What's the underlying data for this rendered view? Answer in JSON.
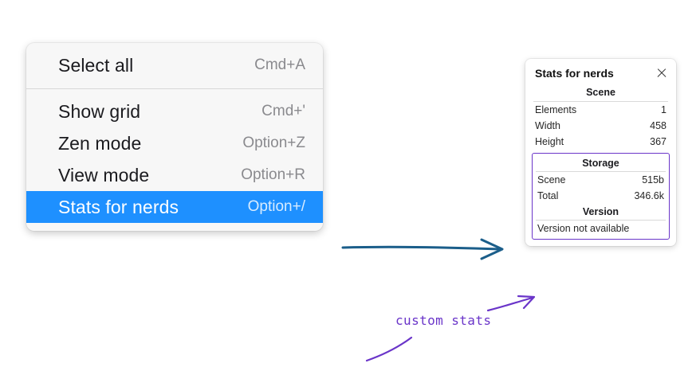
{
  "context_menu": {
    "groups": [
      {
        "items": [
          {
            "label": "Select all",
            "shortcut": "Cmd+A",
            "highlighted": false
          }
        ]
      },
      {
        "items": [
          {
            "label": "Show grid",
            "shortcut": "Cmd+'",
            "highlighted": false
          },
          {
            "label": "Zen mode",
            "shortcut": "Option+Z",
            "highlighted": false
          },
          {
            "label": "View mode",
            "shortcut": "Option+R",
            "highlighted": false
          },
          {
            "label": "Stats for nerds",
            "shortcut": "Option+/",
            "highlighted": true
          }
        ]
      }
    ],
    "highlight_color": "#1e90ff"
  },
  "stats_panel": {
    "title": "Stats for nerds",
    "close_icon": "close-icon",
    "scene": {
      "heading": "Scene",
      "rows": [
        {
          "key": "Elements",
          "value": "1"
        },
        {
          "key": "Width",
          "value": "458"
        },
        {
          "key": "Height",
          "value": "367"
        }
      ]
    },
    "custom": {
      "storage_heading": "Storage",
      "storage_rows": [
        {
          "key": "Scene",
          "value": "515b"
        },
        {
          "key": "Total",
          "value": "346.6k"
        }
      ],
      "version_heading": "Version",
      "version_text": "Version not available",
      "outline_color": "#6a35c9"
    }
  },
  "annotations": {
    "caption": "custom stats",
    "caption_color": "#6a35c9",
    "arrow_blue_color": "#1b5e8a",
    "arrow_purple_color": "#6a35c9"
  }
}
